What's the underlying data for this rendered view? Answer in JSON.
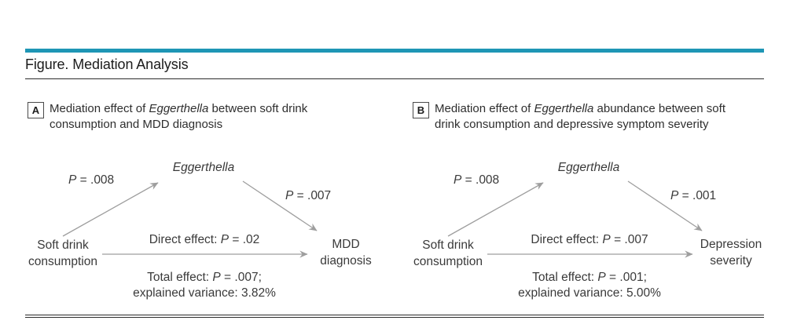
{
  "figure": {
    "title": "Figure. Mediation Analysis",
    "p_symbol": "P",
    "colors": {
      "accent_bar": "#1e96b5",
      "arrow": "#9e9e9e",
      "rule": "#2b2b2b"
    }
  },
  "panels": [
    {
      "label": "A",
      "caption": {
        "line1_pre": "Mediation effect of ",
        "italic_term": "Eggerthella",
        "line1_post": " between soft drink",
        "line2": "consumption and MDD diagnosis"
      },
      "mediator": "Eggerthella",
      "path_to_mediator_value": " = .008",
      "path_from_mediator_value": " = .007",
      "source": {
        "line1": "Soft drink",
        "line2": "consumption"
      },
      "outcome": {
        "line1": "MDD",
        "line2": "diagnosis"
      },
      "direct_effect": {
        "prefix": "Direct effect: ",
        "value": " = .02"
      },
      "total_effect": {
        "prefix": "Total effect: ",
        "value": " = .007;"
      },
      "explained_variance": "explained variance: 3.82%"
    },
    {
      "label": "B",
      "caption": {
        "line1_pre": "Mediation effect of ",
        "italic_term": "Eggerthella",
        "line1_post": " abundance between soft",
        "line2": "drink consumption and depressive symptom severity"
      },
      "mediator": "Eggerthella",
      "path_to_mediator_value": " = .008",
      "path_from_mediator_value": " = .001",
      "source": {
        "line1": "Soft drink",
        "line2": "consumption"
      },
      "outcome": {
        "line1": "Depression",
        "line2": "severity"
      },
      "direct_effect": {
        "prefix": "Direct effect: ",
        "value": " = .007"
      },
      "total_effect": {
        "prefix": "Total effect: ",
        "value": " = .001;"
      },
      "explained_variance": "explained variance: 5.00%"
    }
  ]
}
